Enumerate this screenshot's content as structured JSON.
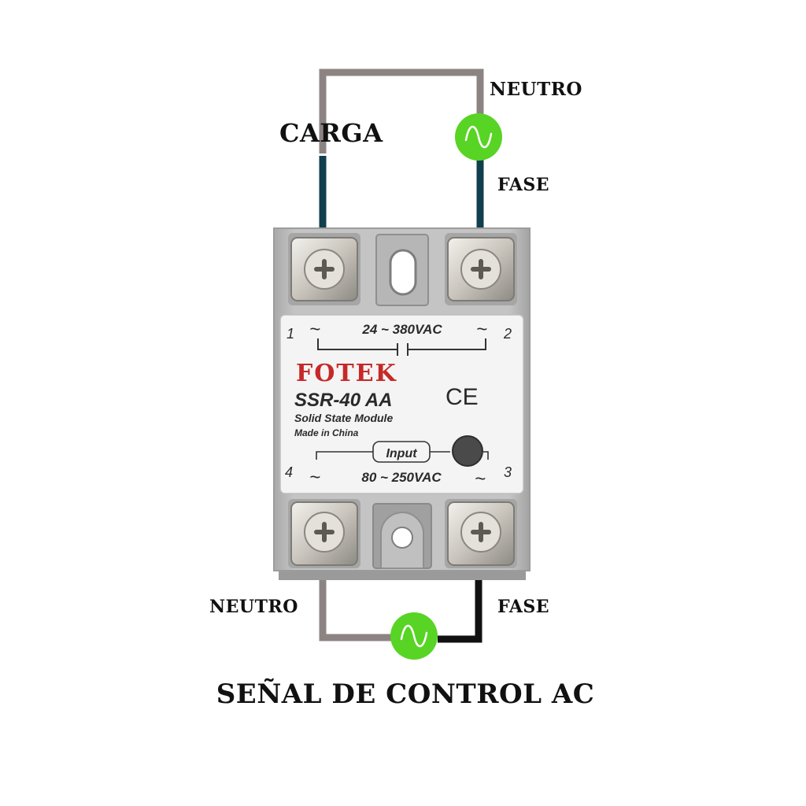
{
  "labels": {
    "neutro_top": "NEUTRO",
    "carga": "CARGA",
    "fase_top": "FASE",
    "neutro_bottom": "NEUTRO",
    "fase_bottom": "FASE",
    "title": "SEÑAL DE CONTROL AC"
  },
  "relay": {
    "brand": "FOTEK",
    "model": "SSR-40 AA",
    "description": "Solid State Module",
    "origin": "Made in China",
    "output_range": "24 ~ 380VAC",
    "input_label": "Input",
    "input_range": "80 ~ 250VAC",
    "ce_mark": "CE",
    "terminal_1": "1",
    "terminal_2": "2",
    "terminal_3": "3",
    "terminal_4": "4",
    "tilde": "~"
  },
  "colors": {
    "wire_load": "#123f4d",
    "wire_neutral": "#8c8483",
    "wire_phase_control": "#111111",
    "ac_source_fill": "#58d424",
    "brand_red": "#c62828",
    "relay_body": "#bcbcbc"
  },
  "icons": {
    "ac_source": "sine-wave-icon",
    "terminal_screw": "phillips-screw-icon",
    "indicator": "led-icon"
  }
}
